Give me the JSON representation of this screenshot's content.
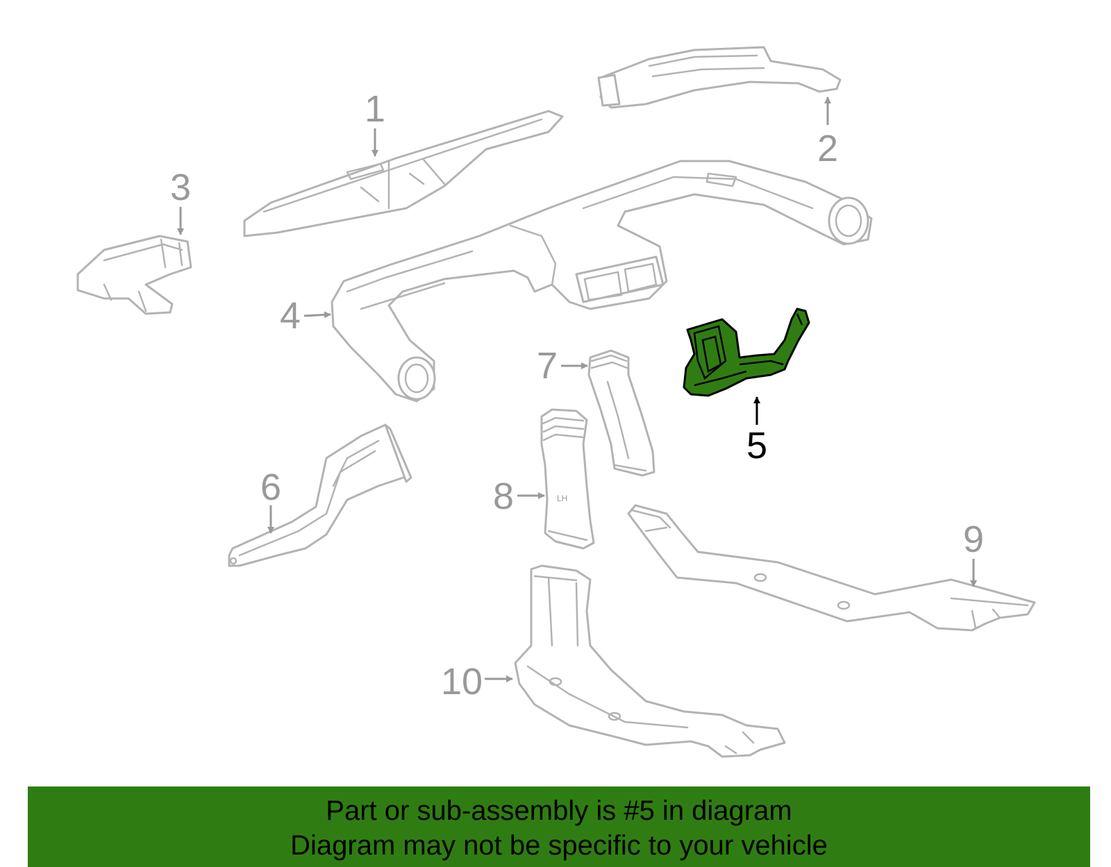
{
  "diagram": {
    "callouts": [
      {
        "id": "1",
        "label": "1"
      },
      {
        "id": "2",
        "label": "2"
      },
      {
        "id": "3",
        "label": "3"
      },
      {
        "id": "4",
        "label": "4"
      },
      {
        "id": "5",
        "label": "5"
      },
      {
        "id": "6",
        "label": "6"
      },
      {
        "id": "7",
        "label": "7"
      },
      {
        "id": "8",
        "label": "8"
      },
      {
        "id": "9",
        "label": "9"
      },
      {
        "id": "10",
        "label": "10"
      }
    ],
    "highlighted_part": "5",
    "stamp_text": "LH",
    "colors": {
      "highlight": "#2f7d12",
      "outline": "#b3b3b3",
      "callout": "#999999",
      "active": "#000000"
    }
  },
  "banner": {
    "line1": "Part or sub-assembly is #5 in diagram",
    "line2": "Diagram may not be specific to your vehicle"
  }
}
